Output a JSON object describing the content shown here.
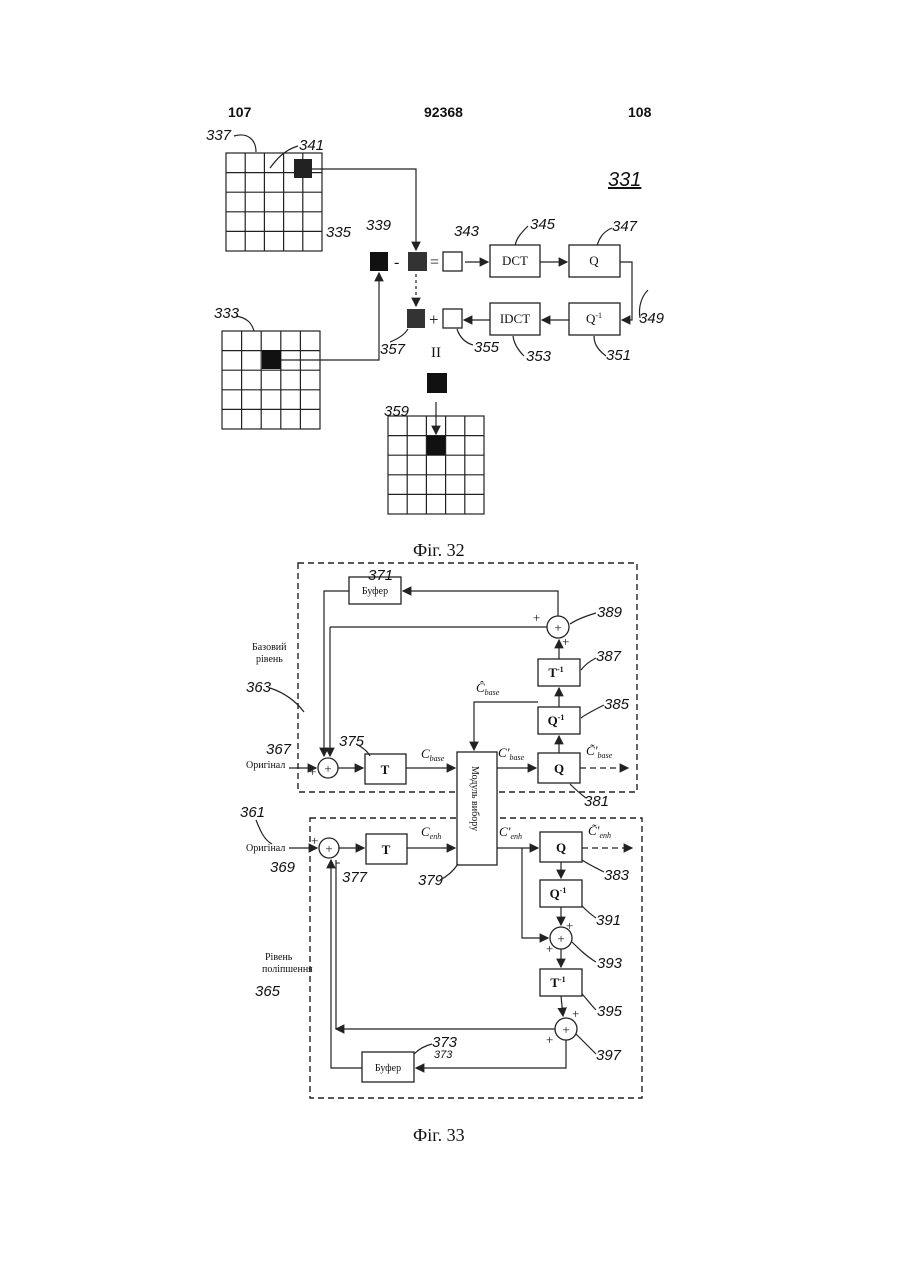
{
  "header": {
    "left": "107",
    "center": "92368",
    "right": "108"
  },
  "fig32": {
    "caption": "Фіг. 32",
    "labels": [
      "337",
      "341",
      "335",
      "339",
      "343",
      "345",
      "347",
      "349",
      "333",
      "357",
      "355",
      "353",
      "351",
      "359",
      "331"
    ],
    "blocks": {
      "dct": "DCT",
      "q": "Q",
      "idct": "IDCT",
      "iq": "Q",
      "inv": "-1"
    },
    "ops": {
      "minus": "-",
      "equals": "=",
      "plus": "+",
      "equivalent": "II"
    }
  },
  "fig33": {
    "caption": "Фіг. 33",
    "labels": [
      "371",
      "389",
      "387",
      "385",
      "363",
      "367",
      "375",
      "381",
      "361",
      "369",
      "377",
      "379",
      "383",
      "391",
      "393",
      "365",
      "395",
      "373",
      "373",
      "397"
    ],
    "blocks": {
      "buffer_top": "Буфер",
      "buffer_bottom": "Буфер",
      "t_base": "T",
      "t_enh": "T",
      "module": "Модуль вибору",
      "q_base": "Q",
      "q_enh": "Q",
      "q_inv_base": "Q",
      "q_inv_enh": "Q",
      "t_inv_base": "T",
      "t_inv_enh": "T",
      "inv": "-1"
    },
    "ops": {
      "plus": "+",
      "minus": "-"
    },
    "signals": {
      "c_base": "C",
      "c_prime_base": "C'",
      "c_tilde_base": "C̃'",
      "c_hat": "Ĉ",
      "c_enh": "C",
      "c_prime_enh": "C'",
      "c_tilde_enh": "C̃'",
      "sub_base": "base",
      "sub_enh": "enh"
    },
    "text": {
      "base_layer_1": "Базовий",
      "base_layer_2": "рівень",
      "original": "Оригінал",
      "enh_layer_1": "Рівень",
      "enh_layer_2": "поліпшення"
    }
  }
}
